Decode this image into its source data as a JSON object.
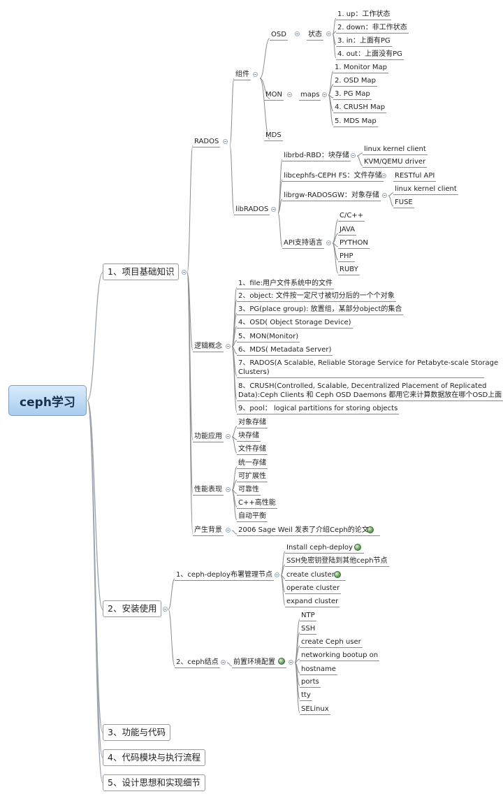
{
  "root": {
    "label": "ceph学习"
  },
  "branches": [
    {
      "label": "1、项目基础知识"
    },
    {
      "label": "2、安装使用"
    },
    {
      "label": "3、功能与代码"
    },
    {
      "label": "4、代码模块与执行流程"
    },
    {
      "label": "5、设计思想和实现细节"
    }
  ],
  "b1": {
    "rados": "RADOS",
    "zujian": "组件",
    "osd": "OSD",
    "zhuangtai": "状态",
    "states": [
      "1. up：工作状态",
      "2. down：非工作状态",
      "3. in：上面有PG",
      "4. out：上面没有PG"
    ],
    "mon": "MON",
    "maps": "maps",
    "map_items": [
      "1. Monitor Map",
      "2. OSD Map",
      "3. PG Map",
      "4. CRUSH Map",
      "5. MDS Map"
    ],
    "mds": "MDS",
    "librados": "libRADOS",
    "librbd": "librbd-RBD：块存储",
    "librbd_items": [
      "linux kernel client",
      "KVM/QEMU driver"
    ],
    "libcephfs": "libcephfs-CEPH FS：文件存储",
    "libcephfs_items": [
      "RESTful API"
    ],
    "librgw": "librgw-RADOSGW：对象存储",
    "librgw_items": [
      "linux kernel client",
      "FUSE"
    ],
    "api": "API支持语言",
    "api_items": [
      "C/C++",
      "JAVA",
      "PYTHON",
      "PHP",
      "RUBY"
    ],
    "concepts": "逻辑概念",
    "concept_items": [
      "1、file:用户文件系统中的文件",
      "2、object:  文件按一定尺寸被切分后的一个个对象",
      "3、PG(place group): 放置组，某部分object的集合",
      "4、OSD( Object Storage Device)",
      "5、MON(Monitor)",
      "6、MDS( Metadata Server)",
      "7、RADOS(A Scalable, Reliable Storage Service for Petabyte-scale Storage",
      "Clusters)",
      "8、CRUSH(Controlled, Scalable, Decentralized Placement of Replicated",
      "Data):Ceph Clients 和 Ceph OSD Daemons 都用它来计算数据放在哪个OSD上面",
      "9、pool：  logical partitions for storing objects"
    ],
    "func": "功能应用",
    "func_items": [
      "对象存储",
      "块存储",
      "文件存储"
    ],
    "perf": "性能表现",
    "perf_items": [
      "统一存储",
      "可扩展性",
      "可靠性",
      "C++高性能",
      "自动平衡"
    ],
    "bg": "产生背景",
    "bg_item": "2006 Sage Weil 发表了介绍Ceph的论文"
  },
  "b2": {
    "deploy": "1、ceph-deploy布署管理节点",
    "deploy_items": [
      "Install ceph-deploy",
      "SSH免密钥登陆到其他ceph节点",
      "create cluster",
      "operate cluster",
      "expand cluster"
    ],
    "node": "2、ceph结点",
    "env": "前置环境配置",
    "env_items": [
      "NTP",
      "SSH",
      "create Ceph user",
      "networking bootup on",
      "hostname",
      "ports",
      "tty",
      "SELinux"
    ]
  }
}
